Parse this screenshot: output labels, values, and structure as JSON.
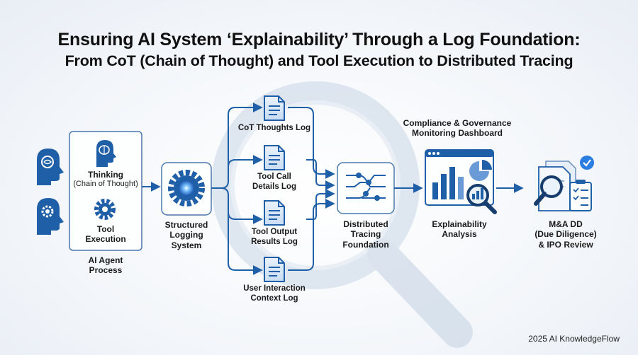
{
  "title": {
    "line1": "Ensuring AI System ‘Explainability’ Through a Log Foundation:",
    "line2": "From CoT (Chain of Thought) and Tool Execution to Distributed Tracing"
  },
  "agent": {
    "thinking_label": "Thinking",
    "thinking_sub": "(Chain of Thought)",
    "tool_label_1": "Tool",
    "tool_label_2": "Execution",
    "process_label_1": "AI Agent",
    "process_label_2": "Process"
  },
  "logging": {
    "line1": "Structured",
    "line2": "Logging",
    "line3": "System"
  },
  "logs": {
    "cot": "CoT Thoughts Log",
    "tool_call_1": "Tool Call",
    "tool_call_2": "Details Log",
    "tool_output_1": "Tool Output",
    "tool_output_2": "Results Log",
    "user_1": "User Interaction",
    "user_2": "Context Log"
  },
  "tracing": {
    "line1": "Distributed",
    "line2": "Tracing",
    "line3": "Foundation"
  },
  "dashboard": {
    "line1": "Compliance & Governance",
    "line2": "Monitoring Dashboard"
  },
  "analysis": {
    "line1": "Explainability",
    "line2": "Analysis"
  },
  "review": {
    "line1": "M&A DD",
    "line2": "(Due Diligence)",
    "line3": "& IPO Review"
  },
  "credit": "2025 AI KnowledgeFlow",
  "colors": {
    "primary": "#1f5fa8",
    "dark": "#173d6e",
    "light": "#dbe7f5",
    "glow": "#4aa3ff"
  }
}
